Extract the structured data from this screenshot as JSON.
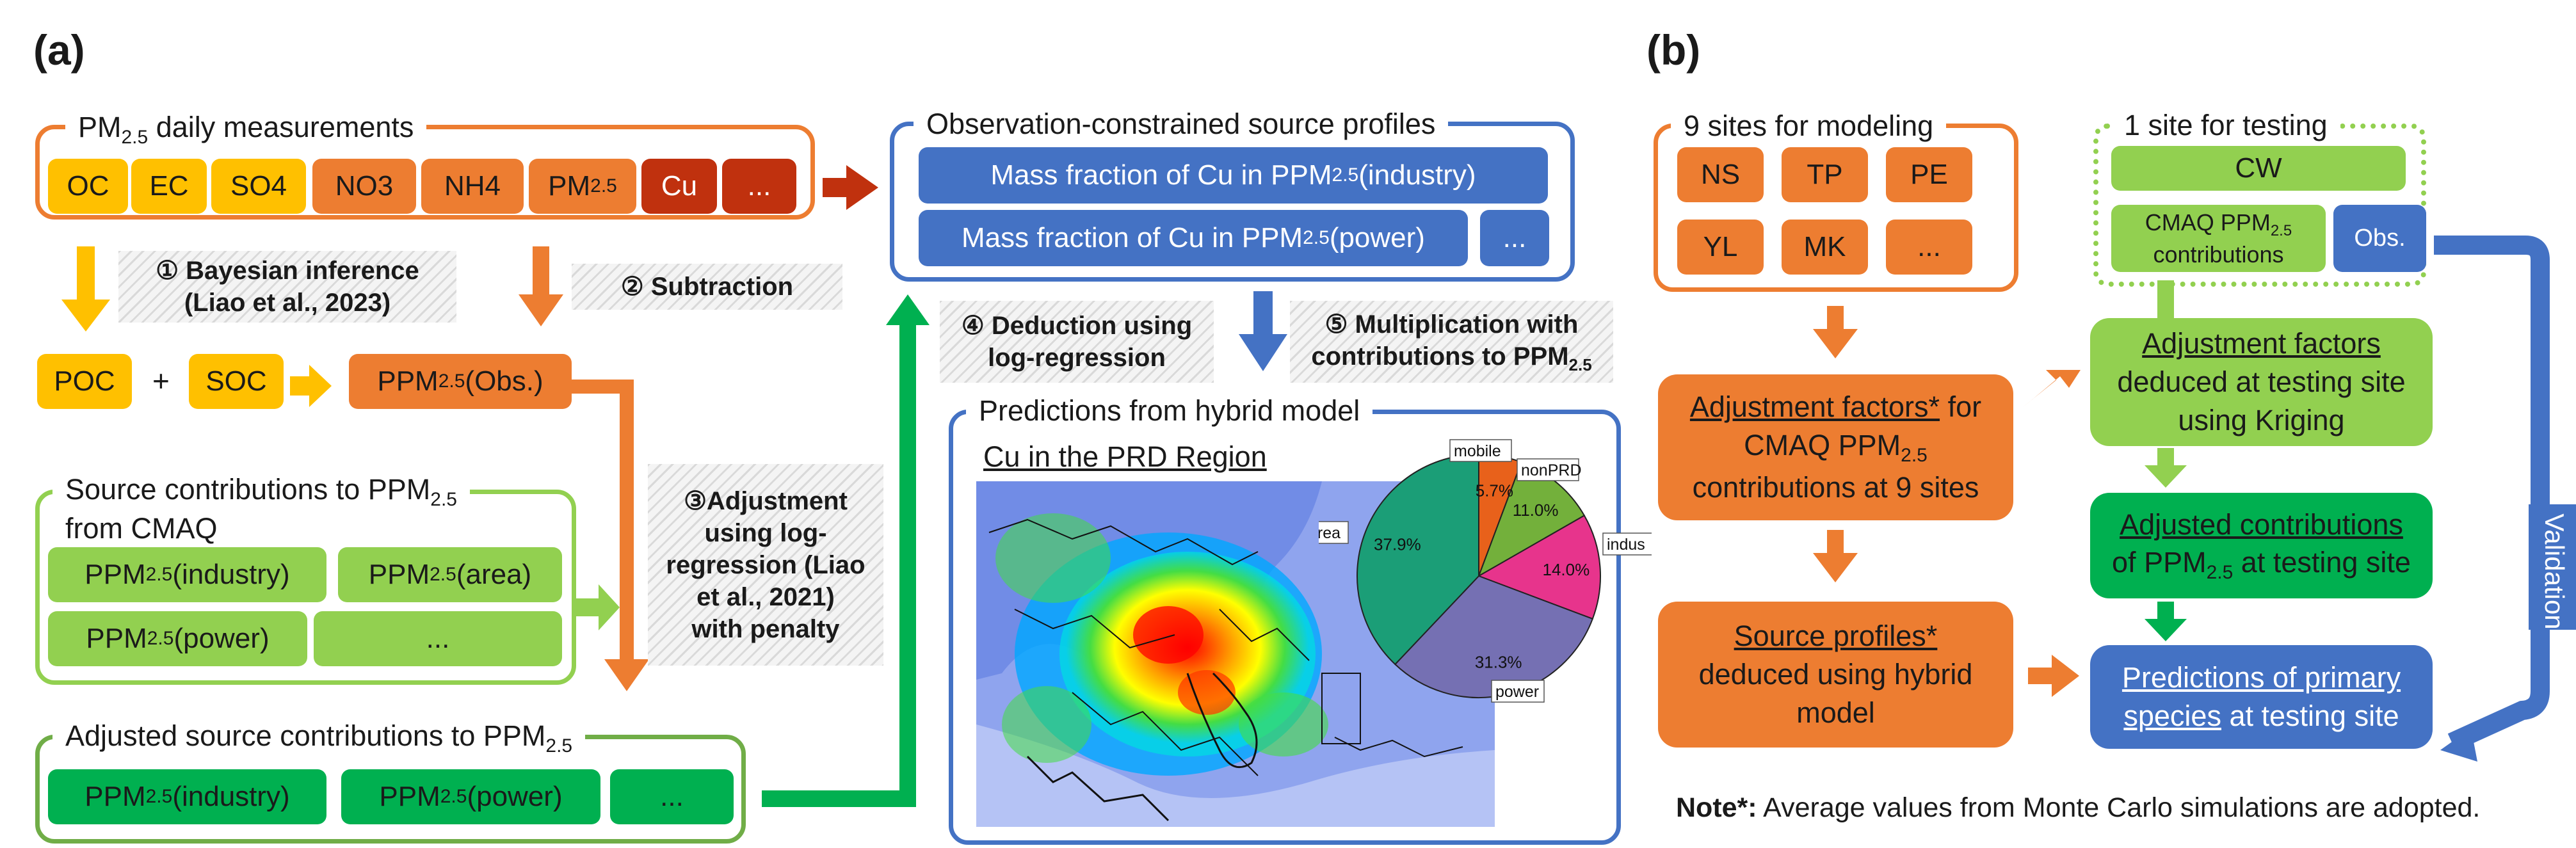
{
  "panel_a": {
    "label": "(a)",
    "measurements": {
      "title_pre": "PM",
      "title_sub": "2.5",
      "title_post": " daily measurements",
      "items": [
        "OC",
        "EC",
        "SO4",
        "NO3",
        "NH4",
        "PM",
        "Cu",
        "..."
      ],
      "pm_sub": "2.5"
    },
    "bayes_label": "① Bayesian inference",
    "bayes_ref": "(Liao et al., 2023)",
    "subtraction_label": "② Subtraction",
    "poc": "POC",
    "plus": "+",
    "soc": "SOC",
    "ppm_obs": {
      "pre": "PPM",
      "sub": "2.5",
      "post": " (Obs.)"
    },
    "adjust_label": [
      "③Adjustment",
      "using log-",
      "regression (Liao",
      "et al., 2021)",
      "with penalty"
    ],
    "cmaq": {
      "title_line1_pre": "Source contributions to PPM",
      "title_line1_sub": "2.5",
      "title_line2": "from CMAQ",
      "items": [
        {
          "pre": "PPM",
          "sub": "2.5",
          "post": " (industry)"
        },
        {
          "pre": "PPM",
          "sub": "2.5",
          "post": " (area)"
        },
        {
          "pre": "PPM",
          "sub": "2.5",
          "post": " (power)"
        },
        {
          "pre": "...",
          "sub": "",
          "post": ""
        }
      ]
    },
    "adjusted": {
      "title_pre": "Adjusted source contributions to PPM",
      "title_sub": "2.5",
      "items": [
        {
          "pre": "PPM",
          "sub": "2.5",
          "post": " (industry)"
        },
        {
          "pre": "PPM",
          "sub": "2.5",
          "post": " (power)"
        },
        {
          "pre": "...",
          "sub": "",
          "post": ""
        }
      ]
    },
    "profiles": {
      "title": "Observation-constrained source profiles",
      "item1": {
        "pre": "Mass fraction of Cu in PPM",
        "sub": "2.5",
        "post": " (industry)"
      },
      "item2": {
        "pre": "Mass fraction of Cu in PPM",
        "sub": "2.5",
        "post": " (power)"
      },
      "item3": "..."
    },
    "deduction_label": [
      "④ Deduction using",
      "log-regression"
    ],
    "multiplication_label": {
      "line1": "⑤ Multiplication with",
      "line2_pre": "contributions to PPM",
      "line2_sub": "2.5"
    },
    "predictions": {
      "title": "Predictions from hybrid model",
      "map_title": "Cu in the PRD Region"
    }
  },
  "chart_data": {
    "type": "pie",
    "labels": [
      "mobile",
      "nonPRD",
      "indus",
      "power",
      "area"
    ],
    "values": [
      5.7,
      11.0,
      14.0,
      31.3,
      37.9
    ],
    "value_labels": [
      "5.7%",
      "11.0%",
      "14.0%",
      "31.3%",
      "37.9%"
    ],
    "colors": [
      "#e8611b",
      "#73b03b",
      "#e7348c",
      "#7570b3",
      "#1b9e77"
    ]
  },
  "panel_b": {
    "label": "(b)",
    "modeling": {
      "title": "9 sites for modeling",
      "sites": [
        "NS",
        "TP",
        "PE",
        "YL",
        "MK",
        "..."
      ]
    },
    "testing": {
      "title": "1 site for testing",
      "site": "CW",
      "cmaq_line1_pre": "CMAQ PPM",
      "cmaq_line1_sub": "2.5",
      "cmaq_line2": "contributions",
      "obs": "Obs."
    },
    "adj_factors_left": {
      "u": "Adjustment factors*",
      "l1": " for",
      "l2_pre": "CMAQ PPM",
      "l2_sub": "2.5",
      "l3": "contributions at 9 sites"
    },
    "source_profiles": {
      "u": "Source profiles*",
      "l2": "deduced using hybrid",
      "l3": "model"
    },
    "adj_factors_right": {
      "u": "Adjustment factors",
      "l2": "deduced at testing site",
      "l3": "using Kriging"
    },
    "adjusted_contrib": {
      "u": "Adjusted contributions",
      "l2_pre": "of PPM",
      "l2_sub": "2.5",
      "l2_post": " at testing site"
    },
    "predictions": {
      "u": "Predictions of primary",
      "u2": "species",
      "post": " at testing site"
    },
    "validation": "Validation",
    "note_bold": "Note*:",
    "note_text": " Average values from Monte Carlo simulations are adopted."
  },
  "colors": {
    "yellow": "#ffc000",
    "orange": "#ed7d31",
    "red": "#c0310e",
    "light_green": "#92d050",
    "dark_green": "#00b050",
    "blue": "#4472c4"
  }
}
